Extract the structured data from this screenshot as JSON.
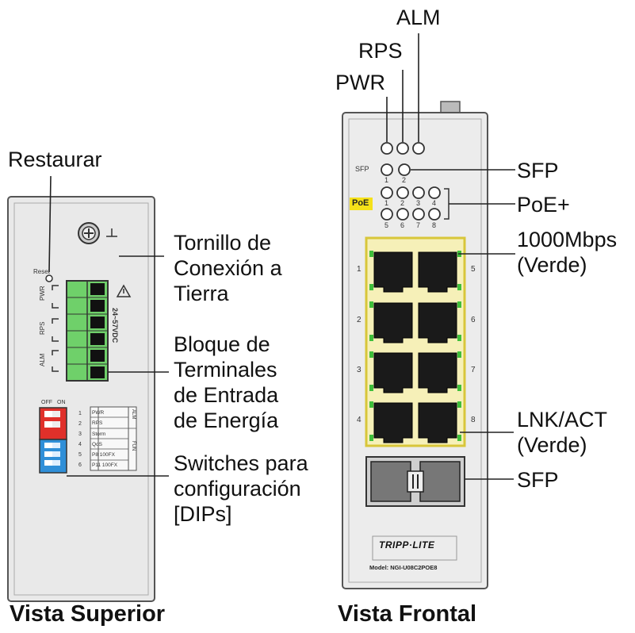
{
  "top": {
    "reset_small": "Reset",
    "pwr_small": "PWR",
    "rps_small": "RPS",
    "alm_small": "ALM",
    "voltage_small": "24~57VDC",
    "off": "OFF",
    "on": "ON",
    "dip_numbers": [
      "1",
      "2",
      "3",
      "4",
      "5",
      "6"
    ],
    "dip_rows": [
      "PWR",
      "RPS",
      "Storm",
      "QoS",
      "P8 100FX",
      "P11 100FX"
    ],
    "dip_group_a": "ALM",
    "dip_group_b": "FUN"
  },
  "front": {
    "sfp_small": "SFP",
    "sfp_numbers": [
      "1",
      "2"
    ],
    "poe_badge": "PoE",
    "poe_top_numbers": [
      "1",
      "2",
      "3",
      "4"
    ],
    "poe_bottom_numbers": [
      "5",
      "6",
      "7",
      "8"
    ],
    "port_left_numbers": [
      "1",
      "2",
      "3",
      "4"
    ],
    "port_right_numbers": [
      "5",
      "6",
      "7",
      "8"
    ],
    "brand": "TRIPP·LITE",
    "model": "Model: NGI-U08C2POE8"
  },
  "labels": {
    "alm": "ALM",
    "rps": "RPS",
    "pwr": "PWR",
    "restaurar": "Restaurar",
    "tornillo": [
      "Tornillo de",
      "Conexión a",
      "Tierra"
    ],
    "bloque": [
      "Bloque de",
      "Terminales",
      "de Entrada",
      "de Energía"
    ],
    "switches": [
      "Switches para",
      "configuración",
      "[DIPs]"
    ],
    "sfp_led": "SFP",
    "poe": "PoE+",
    "speed": [
      "1000Mbps",
      "(Verde)"
    ],
    "lnk": [
      "LNK/ACT",
      "(Verde)"
    ],
    "sfp_port": "SFP"
  },
  "captions": {
    "top": "Vista Superior",
    "front": "Vista Frontal"
  }
}
